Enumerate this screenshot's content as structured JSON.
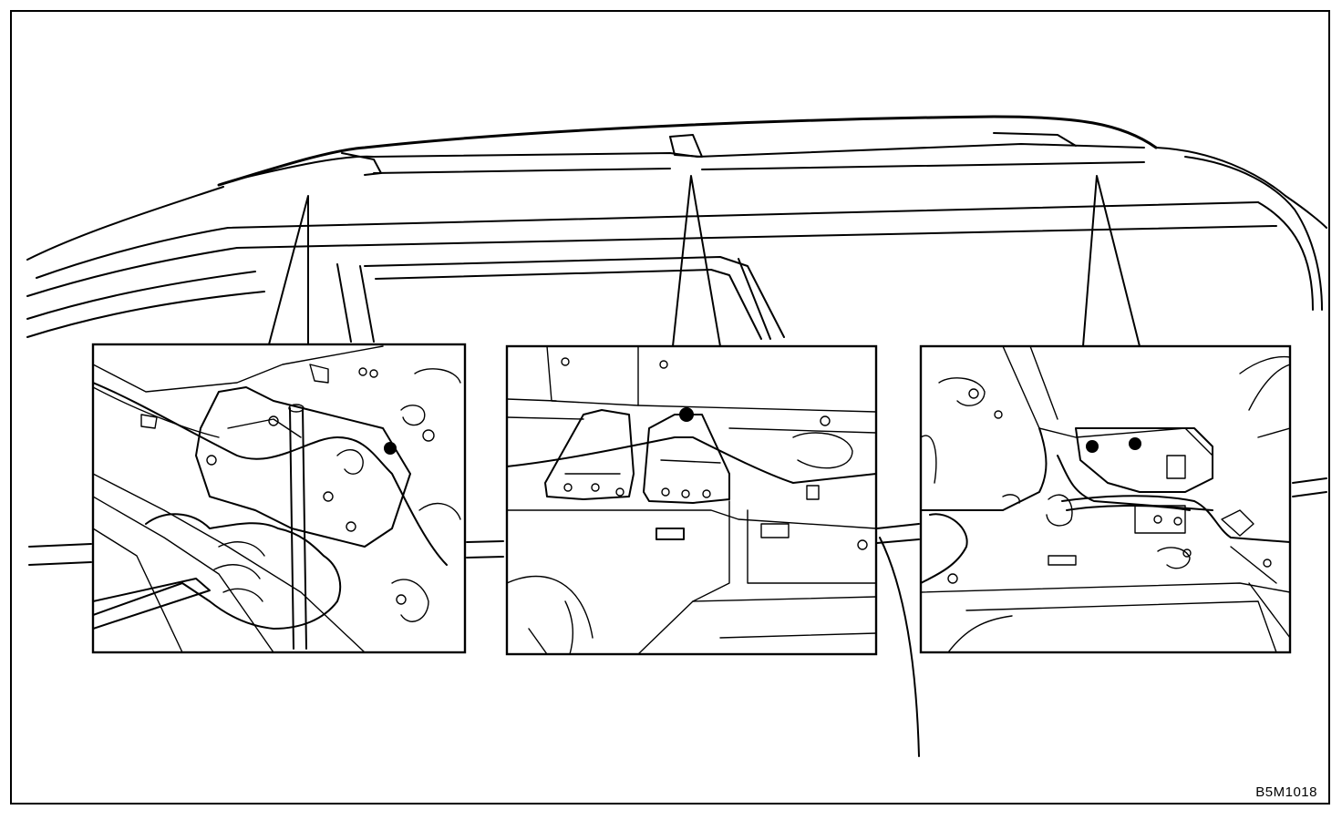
{
  "figure": {
    "code": "B5M1018"
  },
  "insets": [
    {
      "id": "inset-left"
    },
    {
      "id": "inset-center"
    },
    {
      "id": "inset-right"
    }
  ]
}
